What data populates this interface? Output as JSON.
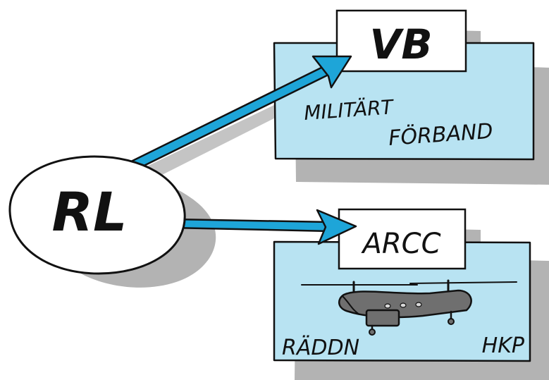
{
  "source_node": {
    "label": "RL"
  },
  "targets": [
    {
      "id": "vb",
      "label": "VB",
      "caption_line1": "MILITÄRT",
      "caption_line2": "FÖRBAND"
    },
    {
      "id": "arcc",
      "label": "ARCC",
      "caption_left": "RÄDDN",
      "caption_right": "HKP"
    }
  ],
  "colors": {
    "box_fill": "#b8e3f2",
    "arrow": "#1ea5d8",
    "shadow": "#b3b3b3",
    "ink": "#111111",
    "helicopter": "#6f6f6f"
  }
}
